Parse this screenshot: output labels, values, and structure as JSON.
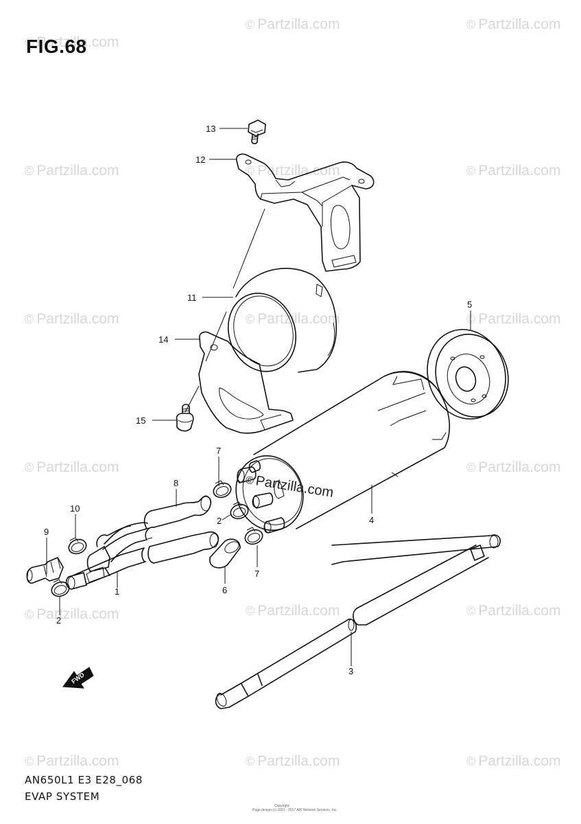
{
  "figure_title": "FIG.68",
  "watermark_text": "Partzilla.com",
  "watermark_symbol": "©",
  "center_watermark": "Partzilla.com",
  "diagram_code": "AN650L1 E3 E28_068",
  "system_name": "EVAP SYSTEM",
  "fwd_label": "FWD",
  "copyright_line1": "Copyright",
  "copyright_line2": "Page design (c) 2001 - 2017 ARI Network Services, Inc.",
  "callouts": {
    "c13": "13",
    "c12": "12",
    "c11": "11",
    "c14": "14",
    "c5": "5",
    "c15": "15",
    "c7a": "7",
    "c8": "8",
    "c10": "10",
    "c9": "9",
    "c4": "4",
    "c2a": "2",
    "c1": "1",
    "c6": "6",
    "c7b": "7",
    "c2b": "2",
    "c3": "3"
  }
}
